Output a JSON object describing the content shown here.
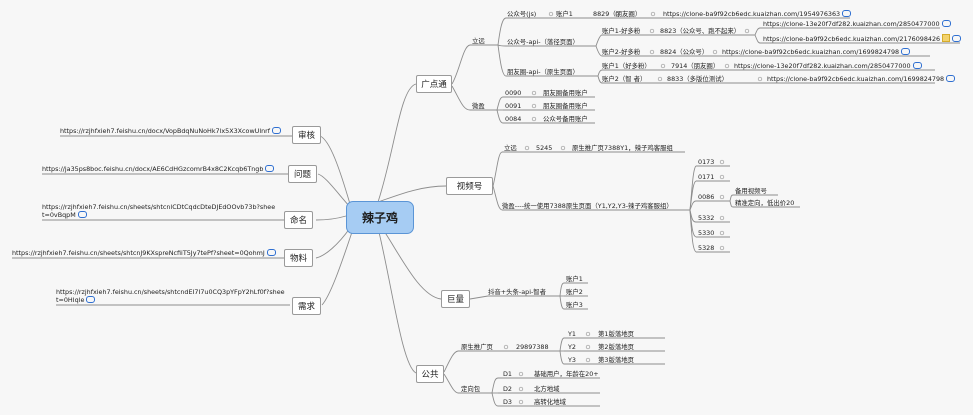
{
  "root": {
    "label": "辣子鸡"
  },
  "left": {
    "branches": [
      {
        "label": "审核",
        "link": "https://rzjhfxieh7.feishu.cn/docx/VopBdqNuNoHk7lx5X3XcowUlnrf"
      },
      {
        "label": "问题",
        "link": "https://ja35ps8boc.feishu.cn/docx/AE6CdHGzcomrB4x8C2Kcqb6Tngb"
      },
      {
        "label": "命名",
        "link": "https://rzjhfxieh7.feishu.cn/sheets/shtcnlCDtCqdcDteDJEdOOvb73b?sheet=0vBqpM"
      },
      {
        "label": "物料",
        "link": "https://rzjhfxieh7.feishu.cn/sheets/shtcnJ9KXspreNcfiiT5Jy7tePf?sheet=0QohmJ"
      },
      {
        "label": "需求",
        "link": "https://rzjhfxieh7.feishu.cn/sheets/shtcndEI7I7u0CQ3pYFpY2hLf0f?sheet=0HIqle"
      }
    ]
  },
  "gdt": {
    "label": "广点通",
    "liyuan": "立远",
    "gzh_js": "公众号(js)",
    "gzh_js_acc": "账户1",
    "gzh_js_id": "8829（朋友圈）",
    "gzh_js_url": "https://clone-ba9f92cb6edc.kuaizhan.com/1954976363",
    "gzh_api": "公众号-api-（落径页面）",
    "acc1": "账户1-好多粉",
    "acc1_id": "8823（公众号、跑不起来）",
    "acc1_url1": "https://clone-13e20f7df282.kuaizhan.com/2850477000",
    "acc1_url2": "https://clone-ba9f92cb6edc.kuaizhan.com/2176098426",
    "acc2": "账户2-好多粉",
    "acc2_id": "8824（公众号）",
    "acc2_url": "https://clone-ba9f92cb6edc.kuaizhan.com/1699824798",
    "pyq": "朋友圈-api-（原生页面）",
    "pyq1": "账户1（好多粉）",
    "pyq1_id": "7914（朋友圈）",
    "pyq1_url": "https://clone-13e20f7df282.kuaizhan.com/2850477000",
    "pyq2": "账户2（智 者）",
    "pyq2_id": "8833（多版位测试）",
    "pyq2_url": "https://clone-ba9f92cb6edc.kuaizhan.com/1699824798",
    "weiying": "微盈",
    "wy1": "0090",
    "wy1_d": "朋友圈备用账户",
    "wy2": "0091",
    "wy2_d": "朋友圈备用账户",
    "wy3": "0084",
    "wy3_d": "公众号备用账户"
  },
  "sph": {
    "label": "视频号",
    "liyuan": "立远",
    "ly_id": "5245",
    "ly_d": "原生推广页7388Y1，辣子鸡客服组",
    "wy": "微盈----统一使用7388原生页面（Y1,Y2,Y3-辣子鸡客服组）",
    "ids": [
      "0173",
      "0171",
      "0086",
      "5332",
      "5330",
      "5328"
    ],
    "n1": "备用视频号",
    "n2": "精准定向，低出价20"
  },
  "jl": {
    "label": "巨量",
    "sub": "抖音+头条-api-智者",
    "accs": [
      "账户1",
      "账户2",
      "账户3"
    ]
  },
  "gg": {
    "label": "公共",
    "ysp": "原生推广页",
    "ysp_id": "29897388",
    "ys": [
      {
        "k": "Y1",
        "v": "第1版落地页"
      },
      {
        "k": "Y2",
        "v": "第2版落地页"
      },
      {
        "k": "Y3",
        "v": "第3版落地页"
      }
    ],
    "dxb": "定向包",
    "ds": [
      {
        "k": "D1",
        "v": "基础用户，年龄在20+"
      },
      {
        "k": "D2",
        "v": "北方地域"
      },
      {
        "k": "D3",
        "v": "高转化地域"
      }
    ]
  }
}
